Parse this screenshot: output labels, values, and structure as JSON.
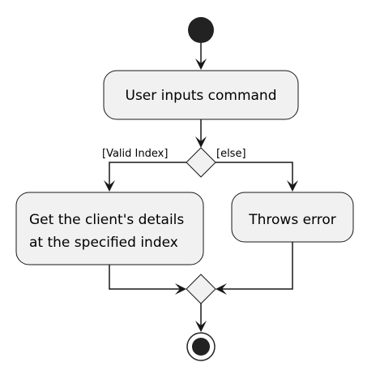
{
  "diagram": {
    "nodes": {
      "command": "User inputs command",
      "details_line1": "Get the client's details",
      "details_line2": "at the specified index",
      "error": "Throws error"
    },
    "guards": {
      "valid": "[Valid Index]",
      "else": "[else]"
    },
    "colors": {
      "node_fill": "#f1f1f1",
      "stroke": "#181818",
      "start_end": "#222222"
    }
  }
}
